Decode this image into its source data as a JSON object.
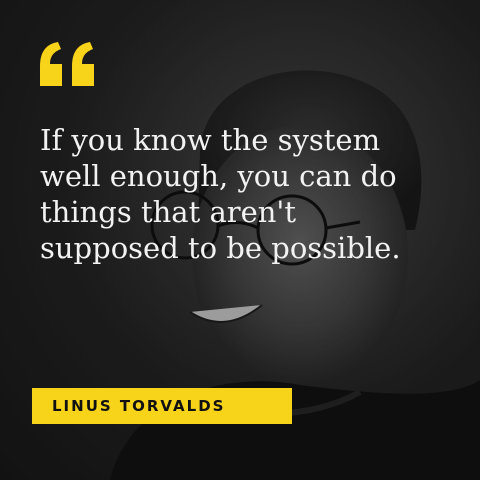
{
  "quote": {
    "lines": [
      "If you know the system",
      "well enough, you can do",
      "things that aren't",
      "supposed to be possible."
    ]
  },
  "author": {
    "name": "LINUS TORVALDS"
  },
  "colors": {
    "accent": "#f7d419",
    "text": "#f2f2f2",
    "badge_text": "#111111"
  },
  "icons": {
    "quote_mark": "double-quote-icon"
  }
}
